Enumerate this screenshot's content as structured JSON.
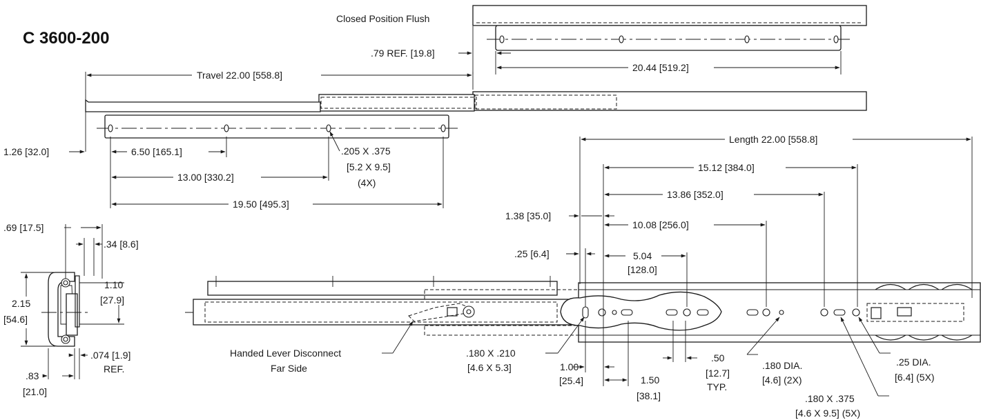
{
  "title": "C 3600-200",
  "closed_view": {
    "label": "Closed Position Flush",
    "ref_dim": ".79 REF. [19.8]",
    "span_dim": "20.44 [519.2]"
  },
  "open_view": {
    "travel": "Travel 22.00 [558.8]",
    "height_dim": "1.26 [32.0]",
    "hole_dim": ".205 X .375",
    "hole_dim_mm": "[5.2 X 9.5]",
    "hole_count": "(4X)",
    "dim_a": "6.50 [165.1]",
    "dim_b": "13.00 [330.2]",
    "dim_c": "19.50 [495.3]"
  },
  "section_view": {
    "width": ".69 [17.5]",
    "lip": ".34 [8.6]",
    "inner_height": "1.10",
    "inner_height_mm": "[27.9]",
    "height": "2.15",
    "height_mm": "[54.6]",
    "thickness": ".074 [1.9]",
    "thickness_ref": "REF.",
    "offset": ".83",
    "offset_mm": "[21.0]"
  },
  "side_view": {
    "length": "Length 22.00 [558.8]",
    "d15": "15.12 [384.0]",
    "d13": "13.86 [352.0]",
    "d138": "1.38 [35.0]",
    "d10": "10.08 [256.0]",
    "d025": ".25 [6.4]",
    "d504": "5.04",
    "d504_mm": "[128.0]",
    "lever_label_1": "Handed Lever Disconnect",
    "lever_label_2": "Far Side",
    "slot_a": ".180 X .210",
    "slot_a_mm": "[4.6 X 5.3]",
    "d100": "1.00",
    "d100_mm": "[25.4]",
    "d150": "1.50",
    "d150_mm": "[38.1]",
    "d050": ".50",
    "d050_mm": "[12.7]",
    "d050_typ": "TYP.",
    "hole_small": ".180 DIA.",
    "hole_small_mm": "[4.6] (2X)",
    "hole_large": ".25 DIA.",
    "hole_large_mm": "[6.4] (5X)",
    "slot_b": ".180 X .375",
    "slot_b_mm": "[4.6 X 9.5] (5X)"
  }
}
